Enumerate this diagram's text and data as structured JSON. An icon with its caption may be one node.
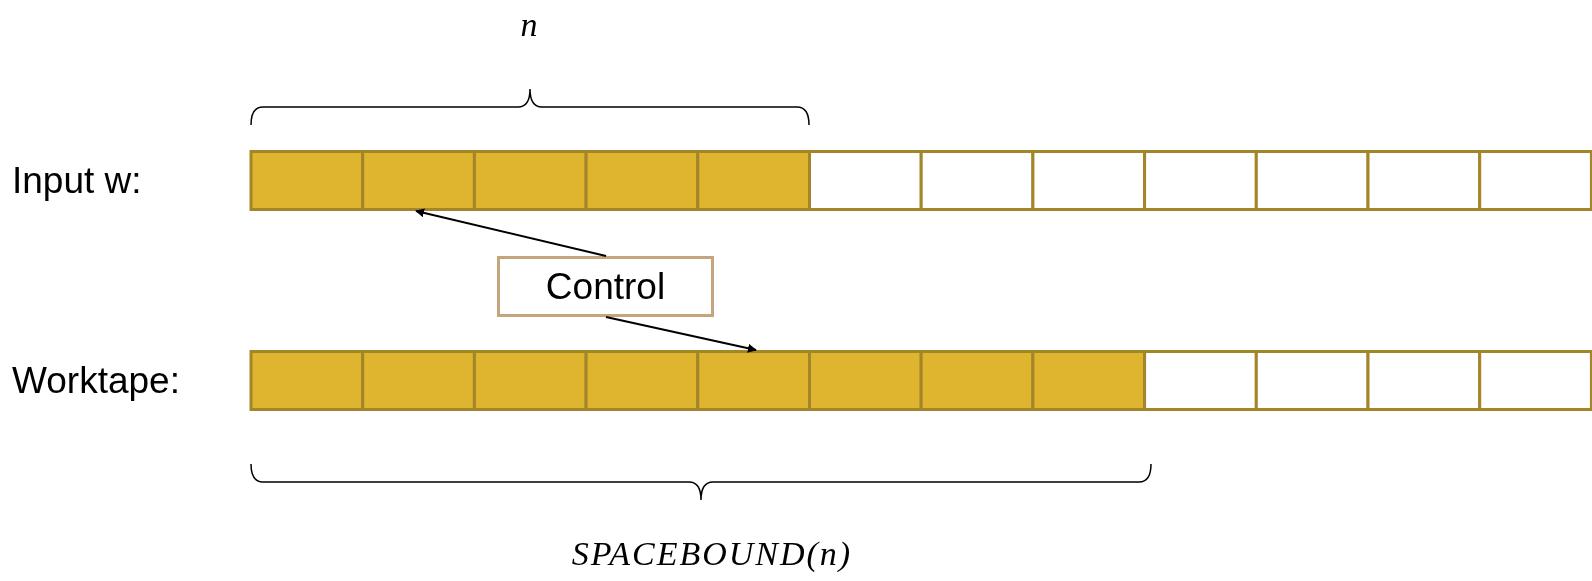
{
  "diagram": {
    "nodes": [
      {
        "text": [
          "Input w:"
        ]
      },
      {
        "text": [
          "Control"
        ]
      },
      {
        "text": [
          "Worktape:"
        ]
      }
    ],
    "edges": [
      {
        "from": 1,
        "to": 0,
        "arrow": "to"
      },
      {
        "from": 1,
        "to": 2,
        "arrow": "to"
      }
    ],
    "labels": [
      "n",
      "SPACEBOUND(n)"
    ]
  }
}
